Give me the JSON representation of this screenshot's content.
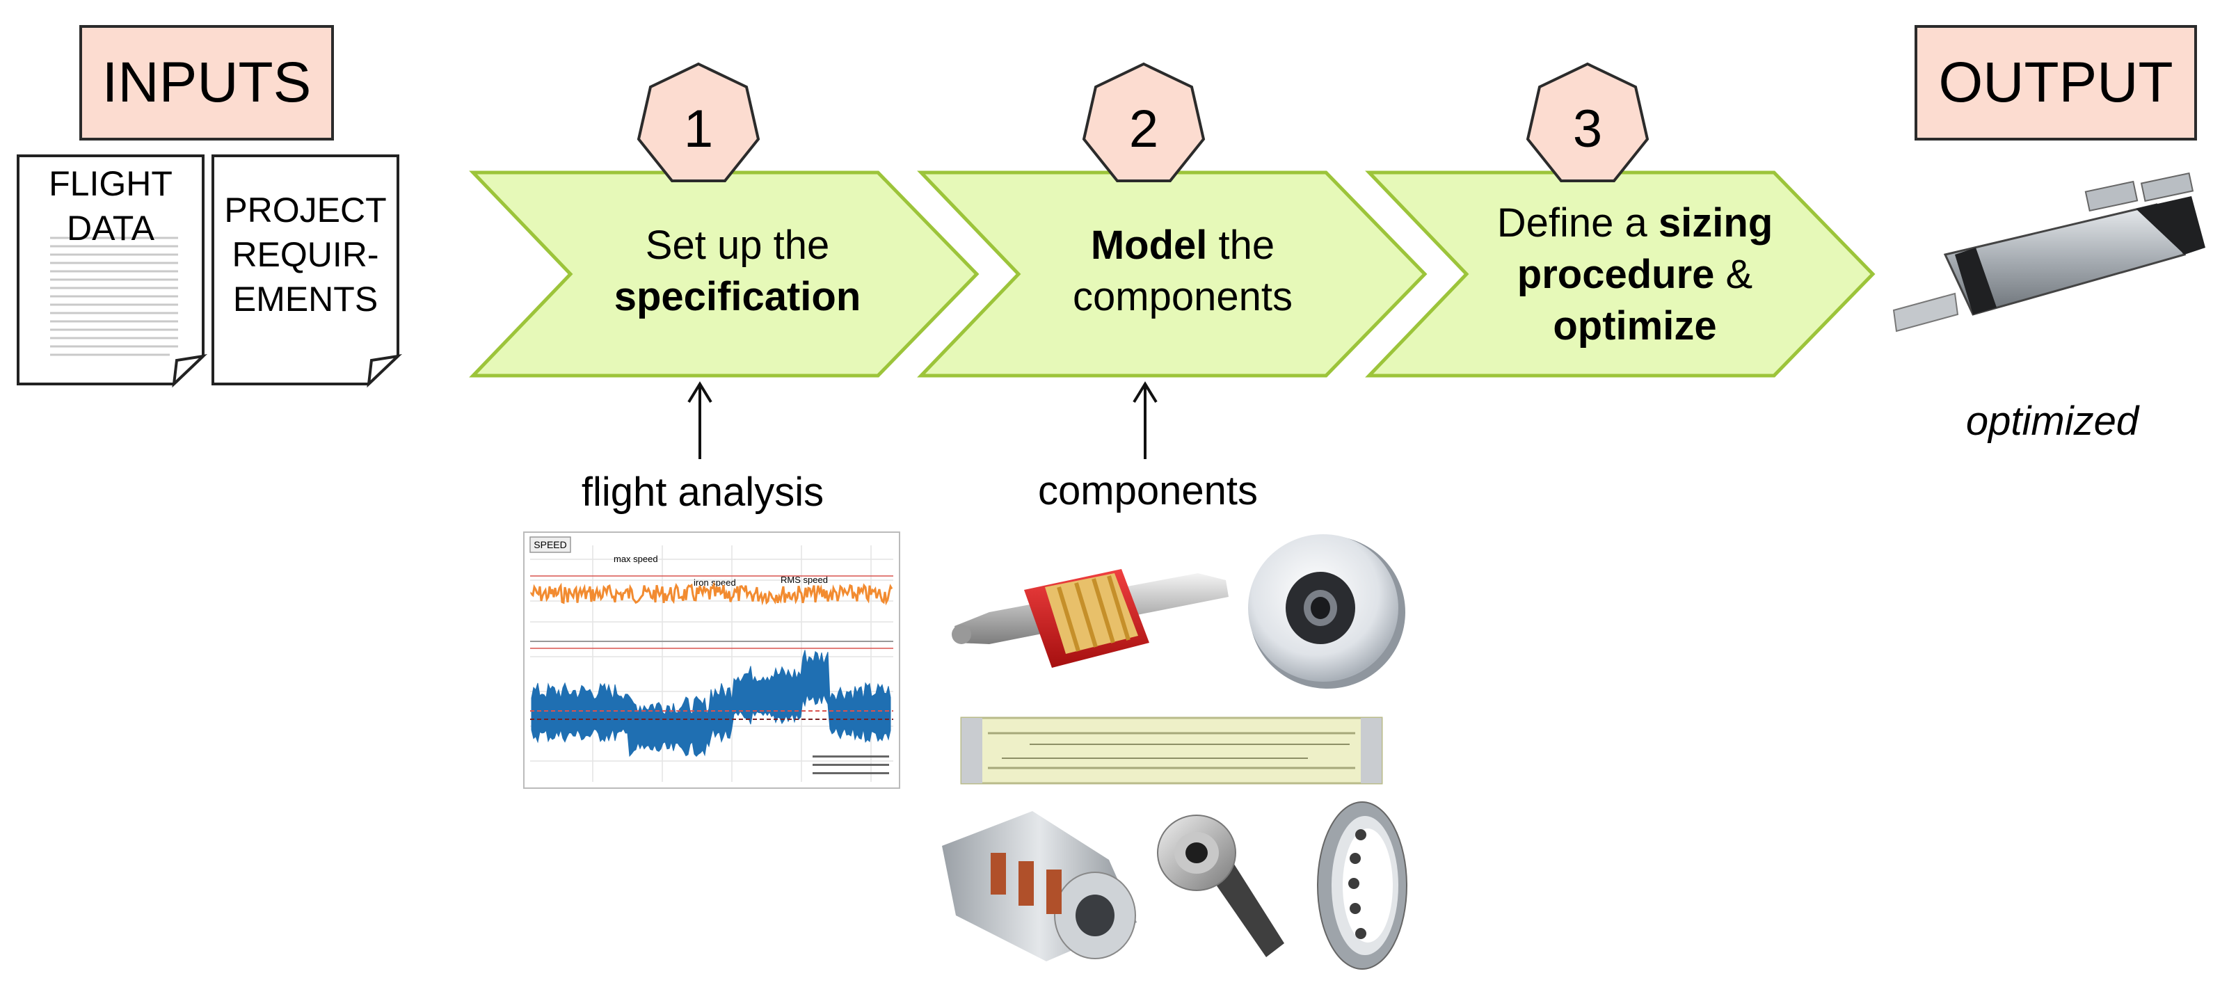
{
  "inputs_label": "INPUTS",
  "output_label": "OUTPUT",
  "documents": [
    {
      "lines": [
        "FLIGHT",
        "DATA"
      ]
    },
    {
      "lines": [
        "PROJECT",
        "REQUIR-",
        "EMENTS"
      ]
    }
  ],
  "steps": [
    {
      "number": "1",
      "line1_pre": "Set up the",
      "line1_bold": "",
      "line1_post": "",
      "line2_pre": "",
      "line2_bold": "specification",
      "line2_post": "",
      "line3_bold": ""
    },
    {
      "number": "2",
      "line1_pre": "",
      "line1_bold": "Model",
      "line1_post": " the",
      "line2_pre": "components",
      "line2_bold": "",
      "line2_post": "",
      "line3_bold": ""
    },
    {
      "number": "3",
      "line1_pre": "Define a ",
      "line1_bold": "sizing",
      "line1_post": "",
      "line2_pre": "",
      "line2_bold": "procedure",
      "line2_post": " &",
      "line3_bold": "optimize"
    }
  ],
  "captions": {
    "flight_analysis": "flight analysis",
    "components": "components",
    "optimized": "optimized"
  },
  "chart_labels": {
    "tag": "SPEED",
    "max_speed": "max speed",
    "iron_speed": "iron speed",
    "rms_speed": "RMS speed"
  },
  "colors": {
    "label_fill": "#fcdcd0",
    "arrow_fill": "#e6f9b8",
    "arrow_stroke": "#9cc43a",
    "series_orange": "#f28b30",
    "series_blue": "#1f6fb2"
  }
}
